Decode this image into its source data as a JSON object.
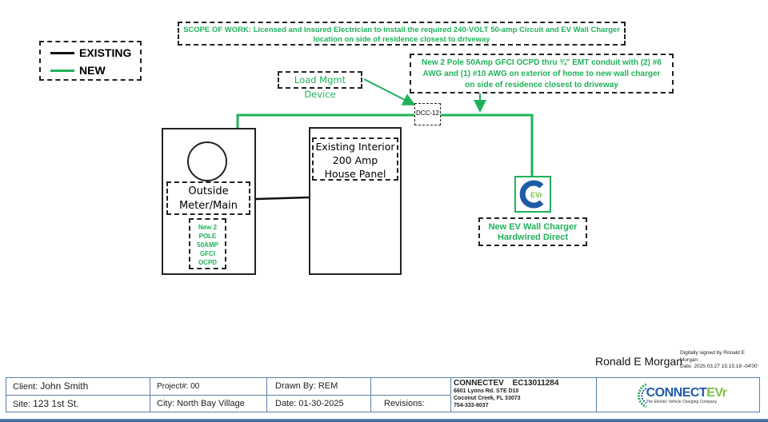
{
  "colors": {
    "new_wire": "#1fb25a",
    "existing_wire": "#111111",
    "title_block_border": "#5b7fa8",
    "brand_blue": "#1e5aa8",
    "brand_green": "#7cc242"
  },
  "scope_of_work": {
    "line1": "SCOPE OF WORK: Licensed and Insured Electrician to install the required 240-VOLT 50-amp Circuit and EV Wall Charger",
    "line2": "location on side of residence closest to driveway"
  },
  "legend": {
    "existing_label": "EXISTING",
    "new_label": "NEW"
  },
  "conduit_note": {
    "line1": "New 2 Pole 50Amp GFCI OCPD thru ¾\" EMT conduit with (2) #6",
    "line2": "AWG and (1) #10 AWG on exterior of home to new wall charger",
    "line3": "on side of residence closest to driveway"
  },
  "load_mgmt": {
    "label": "Load Mgmt Device"
  },
  "dcc": {
    "label": "DCC-12"
  },
  "meter": {
    "label_line1": "Outside",
    "label_line2": "Meter/Main",
    "breaker_lines": [
      "New 2",
      "POLE",
      "50AMP",
      "GFCI",
      "OCPD"
    ]
  },
  "panel": {
    "label_line1": "Existing Interior",
    "label_line2": "200 Amp",
    "label_line3": "House Panel"
  },
  "charger": {
    "icon": "connectev-logo-icon",
    "label_line1": "New EV Wall Charger",
    "label_line2": "Hardwired Direct"
  },
  "signature": {
    "name": "Ronald E Morgan",
    "meta_line1": "Digitally signed by Ronald E",
    "meta_line2": "Morgan",
    "meta_line3": "Date: 2025.03.27 15:15:18 -04'00'"
  },
  "title_block": {
    "client_label": "Client:",
    "client_value": "John Smith",
    "site_label": "Site:",
    "site_value": "123 1st St.",
    "project_label": "Project#:",
    "project_value": "00",
    "city_label": "City:",
    "city_value": "North Bay Village",
    "drawn_by_label": "Drawn By:",
    "drawn_by_value": "REM",
    "date_label": "Date:",
    "date_value": "01-30-2025",
    "revisions_label": "Revisions:",
    "company_name": "CONNECTEV",
    "license": "EC13011284",
    "address1": "6601 Lyons Rd. STE D10",
    "address2": "Coconut Creek, FL 33073",
    "phone": "754-333-8037",
    "logo_text_main": "CONNECT",
    "logo_text_ev": "EVr",
    "logo_tagline": "The Electric Vehicle Charging Company"
  }
}
